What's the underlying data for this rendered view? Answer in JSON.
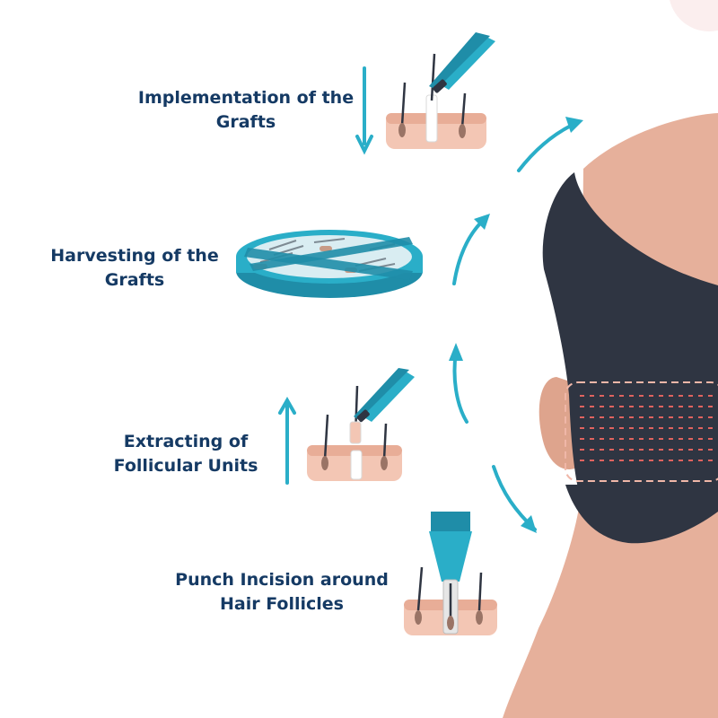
{
  "steps": [
    {
      "id": "implementation",
      "lines": [
        "Implementation of the",
        "Grafts"
      ]
    },
    {
      "id": "harvesting",
      "lines": [
        "Harvesting of the",
        "Grafts"
      ]
    },
    {
      "id": "extracting",
      "lines": [
        "Extracting of",
        "Follicular Units"
      ]
    },
    {
      "id": "punch",
      "lines": [
        "Punch Incision around",
        "Hair Follicles"
      ]
    }
  ],
  "colors": {
    "label_text": "#153a64",
    "accent_teal": "#2aaec8",
    "accent_teal_dark": "#1f8da8",
    "skin": "#e8b39e",
    "skin_tissue": "#f2c3b0",
    "hair_dark": "#2f3542",
    "graft_dots": "#e0635f"
  },
  "icons": [
    "tweezers-icon",
    "petri-dish-icon",
    "punch-tool-icon",
    "skin-sample-icon",
    "head-icon"
  ]
}
